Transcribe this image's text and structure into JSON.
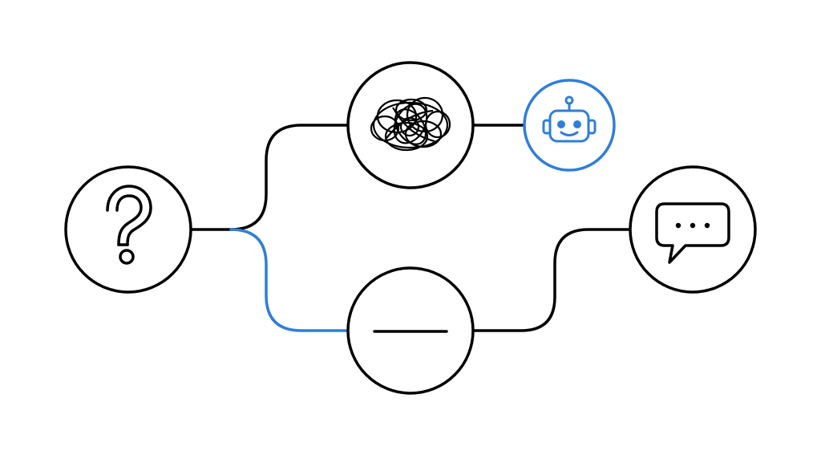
{
  "colors": {
    "background": "#ffffff",
    "stroke": "#000000",
    "accent": "#2f7ed8"
  },
  "nodes": [
    {
      "id": "question",
      "icon": "question-mark-icon",
      "highlighted": false
    },
    {
      "id": "tangle",
      "icon": "tangled-thought-icon",
      "highlighted": false
    },
    {
      "id": "robot",
      "icon": "robot-icon",
      "highlighted": true
    },
    {
      "id": "minus",
      "icon": "minus-icon",
      "highlighted": false
    },
    {
      "id": "chat",
      "icon": "chat-bubble-icon",
      "highlighted": false
    }
  ],
  "edges": [
    {
      "from": "question",
      "to": "tangle",
      "highlighted": false
    },
    {
      "from": "tangle",
      "to": "robot",
      "highlighted": false
    },
    {
      "from": "question",
      "to": "minus",
      "highlighted": true
    },
    {
      "from": "minus",
      "to": "chat",
      "highlighted": false
    }
  ]
}
